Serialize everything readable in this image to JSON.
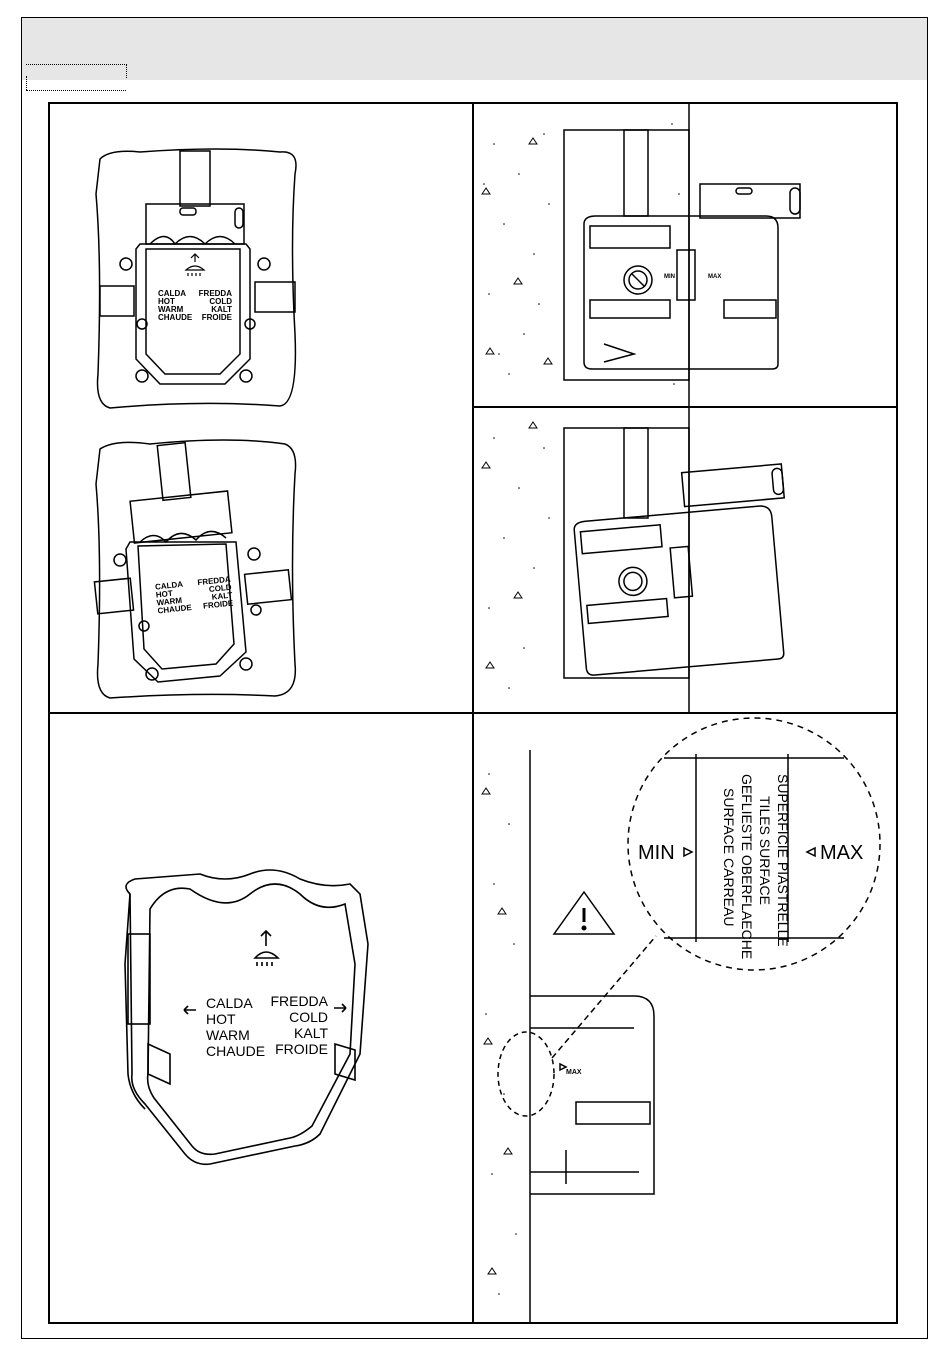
{
  "labels": {
    "hot": [
      "CALDA",
      "HOT",
      "WARM",
      "CHAUDE"
    ],
    "cold": [
      "FREDDA",
      "COLD",
      "KALT",
      "FROIDE"
    ],
    "min": "MIN",
    "max": "MAX",
    "surface": [
      "SUPERFICIE PIASTRELLE",
      "TILES SURFACE",
      "GEFLIESTE OBERFLAECHE",
      "SURFACE CARREAU"
    ]
  },
  "icons": {
    "shower": "shower-head-icon",
    "warning": "warning-triangle-icon"
  }
}
